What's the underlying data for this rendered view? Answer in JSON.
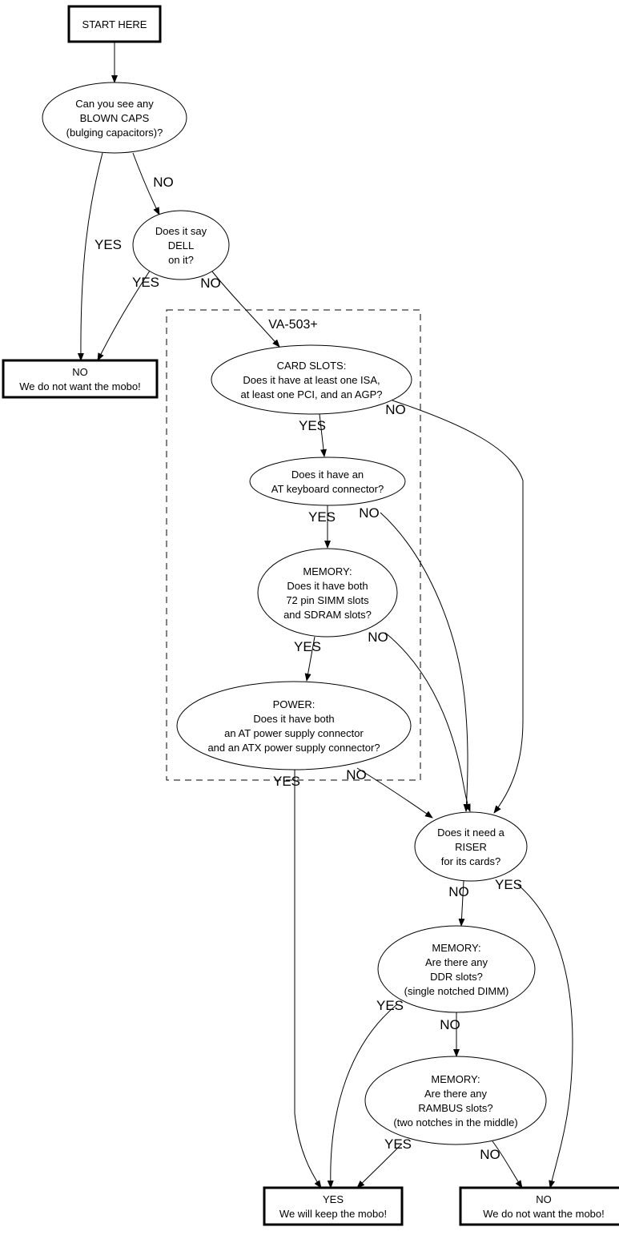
{
  "diagram": {
    "cluster": {
      "label": "VA-503+"
    },
    "nodes": {
      "start": {
        "shape": "box",
        "lines": [
          "START HERE"
        ]
      },
      "caps": {
        "shape": "ellipse",
        "lines": [
          "Can you see any",
          "BLOWN CAPS",
          "(bulging capacitors)?"
        ]
      },
      "dell": {
        "shape": "ellipse",
        "lines": [
          "Does it say",
          "DELL",
          "on it?"
        ]
      },
      "reject_top": {
        "shape": "box",
        "lines": [
          "NO",
          "We do not want the mobo!"
        ]
      },
      "card_slots": {
        "shape": "ellipse",
        "lines": [
          "CARD SLOTS:",
          "Does it have at least one ISA,",
          "at least one PCI, and an AGP?"
        ]
      },
      "keyboard": {
        "shape": "ellipse",
        "lines": [
          "Does it have an",
          "AT keyboard connector?"
        ]
      },
      "memory_simm": {
        "shape": "ellipse",
        "lines": [
          "MEMORY:",
          "Does it have both",
          "72 pin SIMM slots",
          "and SDRAM slots?"
        ]
      },
      "power": {
        "shape": "ellipse",
        "lines": [
          "POWER:",
          "Does it have both",
          "an AT power supply connector",
          "and an ATX power supply connector?"
        ]
      },
      "riser": {
        "shape": "ellipse",
        "lines": [
          "Does it need a",
          "RISER",
          "for its cards?"
        ]
      },
      "ddr": {
        "shape": "ellipse",
        "lines": [
          "MEMORY:",
          "Are there any",
          "DDR slots?",
          "(single notched DIMM)"
        ]
      },
      "rambus": {
        "shape": "ellipse",
        "lines": [
          "MEMORY:",
          "Are there any",
          "RAMBUS slots?",
          "(two notches in the middle)"
        ]
      },
      "keep": {
        "shape": "box",
        "lines": [
          "YES",
          "We will keep the mobo!"
        ]
      },
      "reject_bottom": {
        "shape": "box",
        "lines": [
          "NO",
          "We do not want the mobo!"
        ]
      }
    },
    "edges": [
      {
        "from": "start",
        "to": "caps",
        "label": ""
      },
      {
        "from": "caps",
        "to": "reject_top",
        "label": "YES"
      },
      {
        "from": "caps",
        "to": "dell",
        "label": "NO"
      },
      {
        "from": "dell",
        "to": "reject_top",
        "label": "YES"
      },
      {
        "from": "dell",
        "to": "card_slots",
        "label": "NO"
      },
      {
        "from": "card_slots",
        "to": "keyboard",
        "label": "YES"
      },
      {
        "from": "card_slots",
        "to": "riser",
        "label": "NO"
      },
      {
        "from": "keyboard",
        "to": "memory_simm",
        "label": "YES"
      },
      {
        "from": "keyboard",
        "to": "riser",
        "label": "NO"
      },
      {
        "from": "memory_simm",
        "to": "power",
        "label": "YES"
      },
      {
        "from": "memory_simm",
        "to": "riser",
        "label": "NO"
      },
      {
        "from": "power",
        "to": "keep",
        "label": "YES"
      },
      {
        "from": "power",
        "to": "riser",
        "label": "NO"
      },
      {
        "from": "riser",
        "to": "ddr",
        "label": "NO"
      },
      {
        "from": "riser",
        "to": "reject_bottom",
        "label": "YES"
      },
      {
        "from": "ddr",
        "to": "keep",
        "label": "YES"
      },
      {
        "from": "ddr",
        "to": "rambus",
        "label": "NO"
      },
      {
        "from": "rambus",
        "to": "keep",
        "label": "YES"
      },
      {
        "from": "rambus",
        "to": "reject_bottom",
        "label": "NO"
      }
    ]
  }
}
